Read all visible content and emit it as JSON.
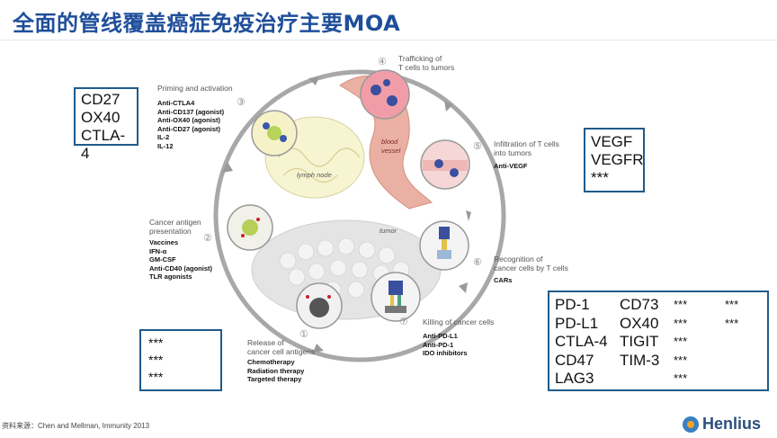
{
  "title": "全面的管线覆盖癌症免疫治疗主要MOA",
  "steps": [
    {
      "num": "①",
      "label": [
        "Release of",
        "cancer cell antigens"
      ],
      "agents": [
        "Chemotherapy",
        "Radiation therapy",
        "Targeted therapy"
      ]
    },
    {
      "num": "②",
      "label": [
        "Cancer antigen",
        "presentation"
      ],
      "agents": [
        "Vaccines",
        "IFN-α",
        "GM-CSF",
        "Anti-CD40 (agonist)",
        "TLR agonists"
      ]
    },
    {
      "num": "③",
      "label": [
        "Priming and activation"
      ],
      "agents": [
        "Anti-CTLA4",
        "Anti-CD137 (agonist)",
        "Anti-OX40 (agonist)",
        "Anti-CD27 (agonist)",
        "IL-2",
        "IL-12"
      ]
    },
    {
      "num": "④",
      "label": [
        "Trafficking of",
        "T cells to tumors"
      ],
      "agents": []
    },
    {
      "num": "⑤",
      "label": [
        "Infiltration of T cells",
        "into tumors"
      ],
      "agents": [
        "Anti-VEGF"
      ]
    },
    {
      "num": "⑥",
      "label": [
        "Recognition of",
        "cancer cells by T cells"
      ],
      "agents": [
        "CARs"
      ]
    },
    {
      "num": "⑦",
      "label": [
        "Killing of cancer cells"
      ],
      "agents": [
        "Anti-PD-L1",
        "Anti-PD-1",
        "IDO inhibitors"
      ]
    }
  ],
  "diagram_labels": {
    "lymph_node": "lymph node",
    "blood_vessel": [
      "blood",
      "vessel"
    ],
    "tumor": "tumor"
  },
  "boxes": {
    "top_left": [
      "CD27",
      "OX40",
      "CTLA-4"
    ],
    "right": [
      "VEGF",
      "VEGFR",
      "***"
    ],
    "bottom_left": [
      "***",
      "***",
      "***"
    ],
    "bottom_right": [
      [
        "PD-1",
        "CD73",
        "***",
        "***"
      ],
      [
        "PD-L1",
        "OX40",
        "***",
        "***"
      ],
      [
        "CTLA-4",
        "TIGIT",
        "***",
        ""
      ],
      [
        "CD47",
        "TIM-3",
        "***",
        ""
      ],
      [
        "LAG3",
        "",
        "***",
        ""
      ]
    ]
  },
  "footnote": "资料来源：Chen and Mellman, Immunity 2013",
  "brand": "Henlius",
  "colors": {
    "title": "#1f4e9a",
    "box_border": "#1f5a8c",
    "arrow": "#9a9a9a",
    "vessel": "#e9a79a",
    "node": "#f4f1c2",
    "brand": "#2d4f7f"
  }
}
